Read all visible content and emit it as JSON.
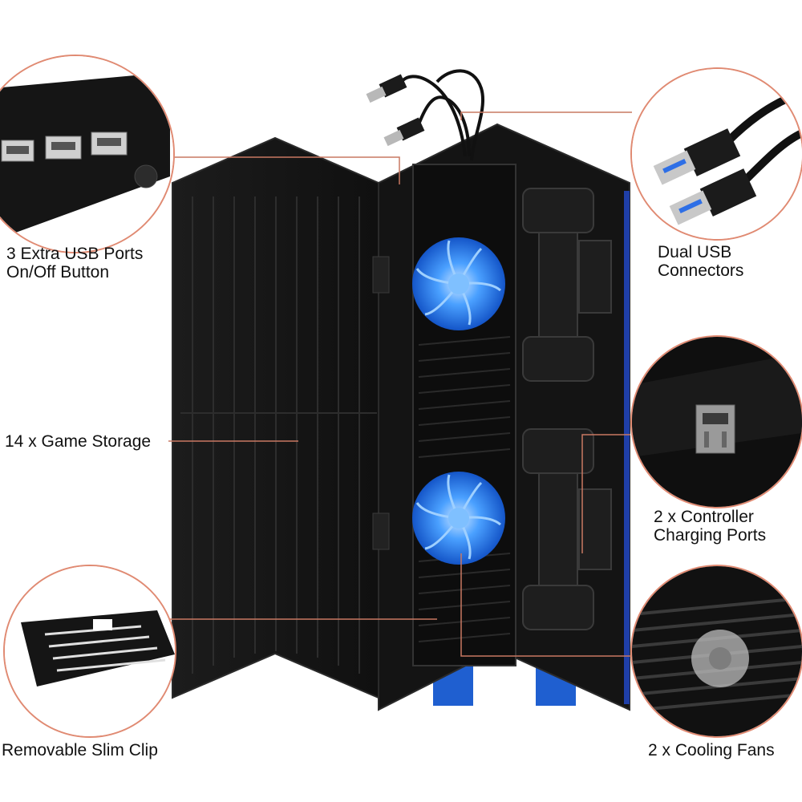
{
  "labels": {
    "usb_ports_line1": "3 Extra USB Ports",
    "usb_ports_line2": "On/Off Button",
    "dual_usb_line1": "Dual USB",
    "dual_usb_line2": "Connectors",
    "game_storage": "14 x Game Storage",
    "charging_line1": "2 x Controller",
    "charging_line2": "Charging Ports",
    "slim_clip": "Removable Slim Clip",
    "cooling_fans": "2 x Cooling Fans"
  },
  "colors": {
    "callout_line": "#c97862",
    "circle_border": "#e08a72",
    "device_black": "#161616",
    "fan_blue": "#3a8cff",
    "foot_blue": "#1f5fd0"
  }
}
